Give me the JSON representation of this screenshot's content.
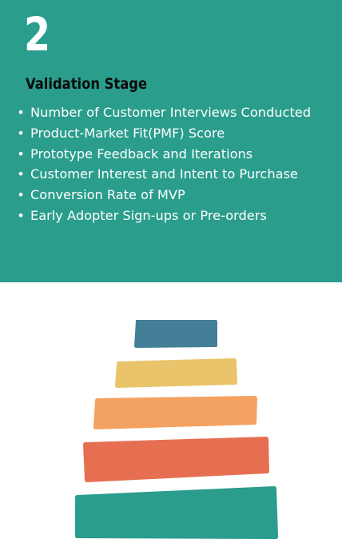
{
  "stage": {
    "number": "2",
    "title": "Validation Stage"
  },
  "metrics": [
    "Number of Customer Interviews Conducted",
    "Product-Market Fit(PMF) Score",
    "Prototype Feedback and Iterations",
    "Customer Interest and Intent to Purchase",
    "Conversion Rate of MVP",
    "Early Adopter Sign-ups or Pre-orders"
  ],
  "colors": {
    "panel_background": "#2a9d8c",
    "page_background": "#ffffff",
    "stage_number": "#ffffff",
    "stage_title": "#0b0b0b",
    "metric_text": "#ffffff",
    "pyramid_tier_1": "#437f97",
    "pyramid_tier_2": "#e9c46a",
    "pyramid_tier_3": "#f4a261",
    "pyramid_tier_4": "#e76f51",
    "pyramid_tier_5": "#2a9d8c"
  }
}
